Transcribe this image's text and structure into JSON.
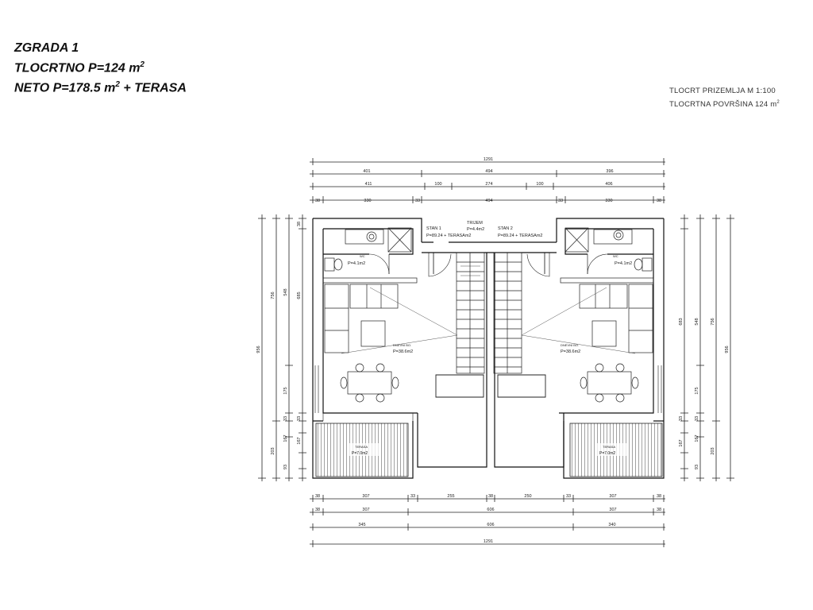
{
  "header": {
    "line1": "ZGRADA 1",
    "line2_prefix": "TLOCRTNO P=124 m",
    "line2_sup": "2",
    "line3_prefix": "NETO P=178.5 m",
    "line3_sup": "2",
    "line3_suffix": " + TERASA"
  },
  "scale_info": {
    "line1": "TLOCRT PRIZEMLJA  M 1:100",
    "line2_prefix": "TLOCRTNA POVRŠINA 124 m",
    "line2_sup": "2"
  },
  "rooms": {
    "stan1": "STAN 1",
    "stan1_area": "P=89.24 + TERASAm2",
    "stan2": "STAN 2",
    "stan2_area": "P=89.24 + TERASAm2",
    "trijem": "TRIJEM",
    "trijem_area": "P=4.4m2",
    "wc": "WC",
    "wc_left_area": "P=4.1m2",
    "wc_right_area": "P=4.1m2",
    "dnevni_left": "DNEVNI BO.",
    "dnevni_left_area": "P=38.6m2",
    "dnevni_right": "DNEVNI BO.",
    "dnevni_right_area": "P=38.6m2",
    "terasa_left": "TERASA",
    "terasa_left_area": "P=7.0m2",
    "terasa_right": "TERASA",
    "terasa_right_area": "P=7.0m2"
  },
  "dimensions": {
    "top_row1": [
      "1291"
    ],
    "top_row2": [
      "401",
      "494",
      "396"
    ],
    "top_row3": [
      "411",
      "100",
      "274",
      "100",
      "406"
    ],
    "top_row4": [
      "38",
      "330",
      "33",
      "494",
      "33",
      "330",
      "38"
    ],
    "bottom_row1": [
      "38",
      "307",
      "33",
      "255",
      "38",
      "250",
      "33",
      "307",
      "38"
    ],
    "bottom_row2": [
      "38",
      "307",
      "606",
      "307",
      "38"
    ],
    "bottom_row3": [
      "345",
      "606",
      "340"
    ],
    "bottom_row4": [
      "1291"
    ],
    "left_outer": "956",
    "left_mid": "756",
    "left_inner_top": "548",
    "left_inner_sub": "685",
    "left_175": "175",
    "left_33a": "33",
    "left_167a": "167",
    "left_167b": "167",
    "left_93": "93",
    "left_203": "203",
    "left_33b": "33",
    "left_38": "38",
    "right_outer": "956",
    "right_mid": "756",
    "right_inner_top": "548",
    "right_inner_sub": "683",
    "right_175": "175",
    "right_33a": "33",
    "right_167a": "167",
    "right_167b": "167",
    "right_93": "93",
    "right_203": "203",
    "right_33b": "33"
  }
}
